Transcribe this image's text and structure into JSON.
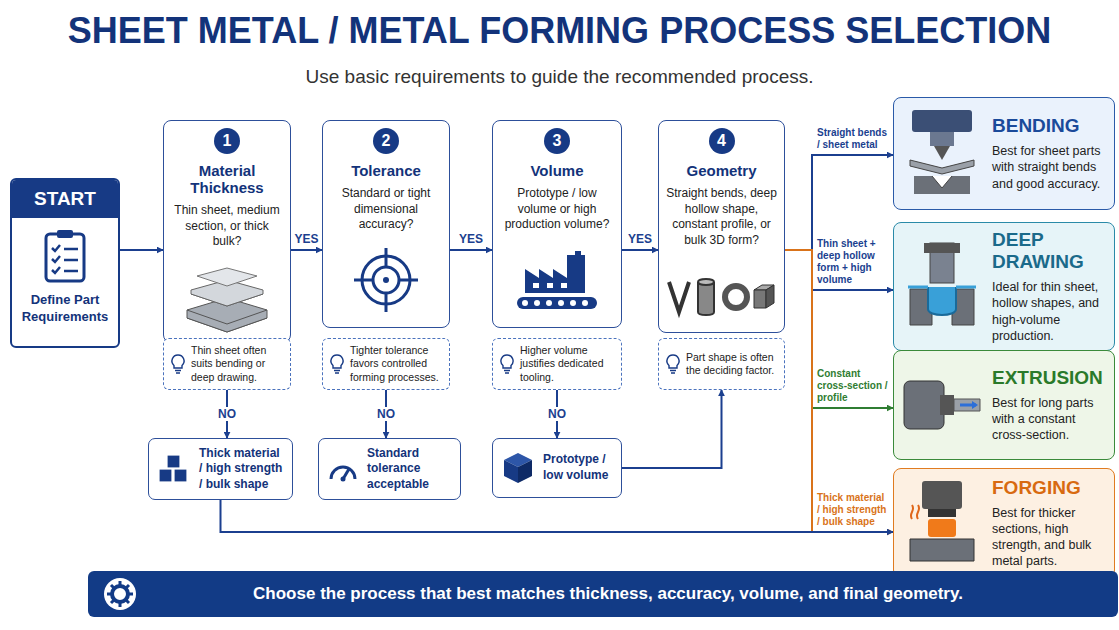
{
  "diagram": {
    "title": "SHEET METAL / METAL FORMING PROCESS SELECTION",
    "caption": "Choose the process that best matches thickness, accuracy, volume, and final geometry.",
    "nodes": [
      {
        "text": [
          "START",
          "Define Part Requirements"
        ]
      },
      {
        "text": [
          "1",
          "Material Thickness",
          "Thin sheet, medium section, or thick bulk?"
        ]
      },
      {
        "text": [
          "2",
          "Tolerance",
          "Standard or tight dimensional accuracy?"
        ]
      },
      {
        "text": [
          "3",
          "Volume",
          "Prototype / low volume or high production volume?"
        ]
      },
      {
        "text": [
          "4",
          "Geometry",
          "Straight bends, deep hollow shape, constant profile, or bulk 3D form?"
        ]
      },
      {
        "text": [
          "Thin sheet often suits bending or deep drawing."
        ]
      },
      {
        "text": [
          "Tighter tolerance favors controlled forming processes."
        ]
      },
      {
        "text": [
          "Higher volume justifies dedicated tooling."
        ]
      },
      {
        "text": [
          "Part shape is often the deciding factor."
        ]
      },
      {
        "text": [
          "Thick material / high strength / bulk shape"
        ]
      },
      {
        "text": [
          "Standard tolerance acceptable"
        ]
      },
      {
        "text": [
          "Prototype / low volume"
        ]
      },
      {
        "text": [
          "BENDING",
          "Best for sheet parts with straight bends and good accuracy."
        ]
      },
      {
        "text": [
          "DEEP DRAWING",
          "Ideal for thin sheet, hollow shapes, and high-volume production."
        ]
      },
      {
        "text": [
          "EXTRUSION",
          "Best for long parts with a constant cross-section."
        ]
      },
      {
        "text": [
          "FORGING",
          "Best for thicker sections, high strength, and bulk metal parts."
        ]
      }
    ],
    "edges": [
      {
        "from": 0,
        "to": 1,
        "arrow": "to"
      },
      {
        "from": 1,
        "to": 2,
        "label": "YES",
        "arrow": "to"
      },
      {
        "from": 2,
        "to": 3,
        "label": "YES",
        "arrow": "to"
      },
      {
        "from": 3,
        "to": 4,
        "label": "YES",
        "arrow": "to"
      },
      {
        "from": 5,
        "to": 9,
        "label": "NO",
        "arrow": "to"
      },
      {
        "from": 6,
        "to": 10,
        "label": "NO",
        "arrow": "to"
      },
      {
        "from": 7,
        "to": 11,
        "label": "NO",
        "arrow": "to"
      },
      {
        "from": 11,
        "to": 8,
        "arrow": "to"
      },
      {
        "from": 4,
        "to": 12,
        "label": "Straight bends / sheet metal",
        "arrow": "to"
      },
      {
        "from": 4,
        "to": 13,
        "label": "Thin sheet + deep hollow form + high volume",
        "arrow": "to"
      },
      {
        "from": 4,
        "to": 14,
        "label": "Constant cross-section / profile",
        "arrow": "to"
      },
      {
        "from": 4,
        "to": 15,
        "label": "Thick material / high strength / bulk shape",
        "arrow": "to"
      },
      {
        "from": 9,
        "to": 15,
        "arrow": "to"
      }
    ],
    "labels": [
      "Use basic requirements to guide the recommended process."
    ]
  }
}
